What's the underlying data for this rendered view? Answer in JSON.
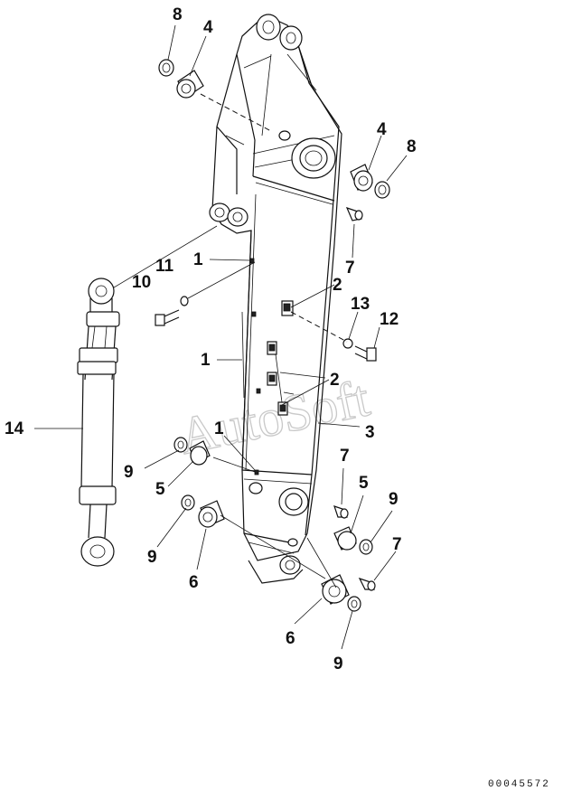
{
  "diagram": {
    "callouts": {
      "c8_top": "8",
      "c4_top": "4",
      "c4_right": "4",
      "c8_right": "8",
      "c7_upper": "7",
      "c1_a": "1",
      "c11": "11",
      "c10": "10",
      "c2_upper": "2",
      "c13": "13",
      "c12": "12",
      "c1_b": "1",
      "c2_lower": "2",
      "c14": "14",
      "c3": "3",
      "c1_c": "1",
      "c7_mid": "7",
      "c9_left": "9",
      "c5_left": "5",
      "c5_right": "5",
      "c9_right": "9",
      "c9_lower_left": "9",
      "c6_left": "6",
      "c7_lower": "7",
      "c6_right": "6",
      "c9_bottom": "9"
    },
    "watermark": "AutoSoft",
    "reference_code": "00045572"
  }
}
